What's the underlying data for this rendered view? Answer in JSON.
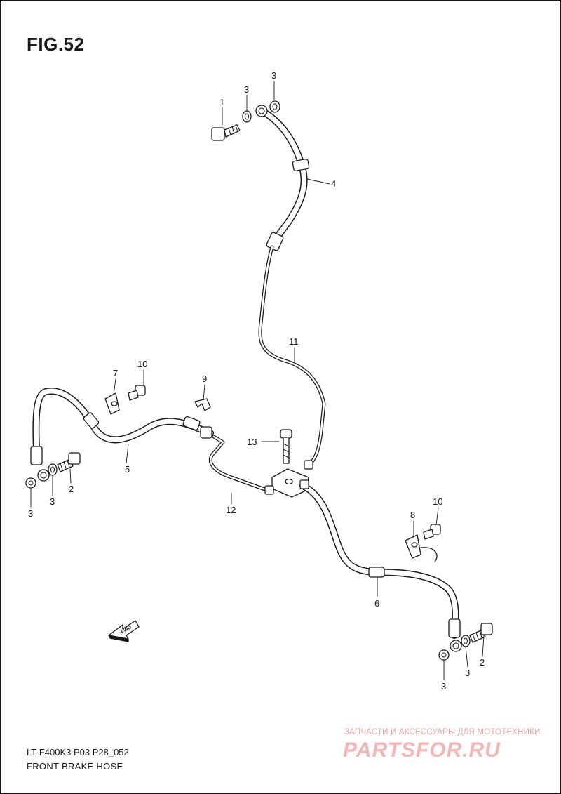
{
  "figure_title": "FIG.52",
  "model_code": "LT-F400K3 P03 P28_052",
  "caption": "FRONT BRAKE  HOSE",
  "fwd_label": "FWD",
  "watermark": {
    "tagline": "ЗАПЧАСТИ И АКСЕССУАРЫ ДЛЯ МОТОТЕХНИКИ",
    "brand": "partsfor.ru"
  },
  "callouts": {
    "c1": "1",
    "c2a": "2",
    "c2b": "2",
    "c3a": "3",
    "c3b": "3",
    "c3c": "3",
    "c3d": "3",
    "c3e": "3",
    "c3f": "3",
    "c4": "4",
    "c5": "5",
    "c6": "6",
    "c7": "7",
    "c8": "8",
    "c9": "9",
    "c10a": "10",
    "c10b": "10",
    "c11": "11",
    "c12": "12",
    "c13": "13"
  },
  "colors": {
    "line": "#1a1a1a",
    "watermark": "#f2b8b8"
  }
}
